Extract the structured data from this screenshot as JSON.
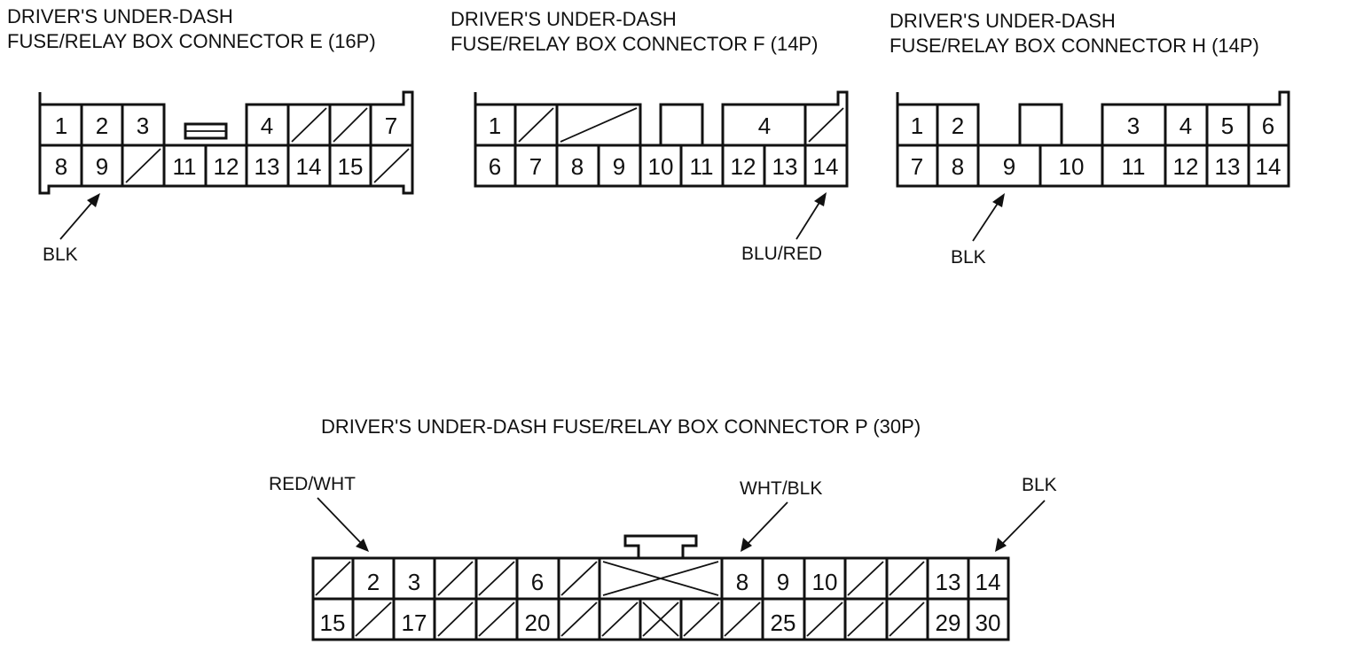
{
  "connectors": {
    "e": {
      "title_line1": "DRIVER'S UNDER-DASH",
      "title_line2": "FUSE/RELAY BOX CONNECTOR E (16P)",
      "pins_top": [
        "1",
        "2",
        "3",
        "4",
        "7"
      ],
      "pins_bottom": [
        "8",
        "9",
        "11",
        "12",
        "13",
        "14",
        "15"
      ],
      "wire": "BLK"
    },
    "f": {
      "title_line1": "DRIVER'S UNDER-DASH",
      "title_line2": "FUSE/RELAY BOX CONNECTOR F (14P)",
      "pins_top": [
        "1",
        "4"
      ],
      "pins_bottom": [
        "6",
        "7",
        "8",
        "9",
        "10",
        "11",
        "12",
        "13",
        "14"
      ],
      "wire": "BLU/RED"
    },
    "h": {
      "title_line1": "DRIVER'S UNDER-DASH",
      "title_line2": "FUSE/RELAY BOX CONNECTOR H (14P)",
      "pins_top": [
        "1",
        "2",
        "3",
        "4",
        "5",
        "6"
      ],
      "pins_bottom": [
        "7",
        "8",
        "9",
        "10",
        "11",
        "12",
        "13",
        "14"
      ],
      "wire": "BLK"
    },
    "p": {
      "title": "DRIVER'S UNDER-DASH FUSE/RELAY BOX CONNECTOR P (30P)",
      "pins_top": [
        "2",
        "3",
        "6",
        "8",
        "9",
        "10",
        "13",
        "14"
      ],
      "pins_bottom": [
        "15",
        "17",
        "20",
        "25",
        "29",
        "30"
      ],
      "wires": [
        "RED/WHT",
        "WHT/BLK",
        "BLK"
      ]
    }
  }
}
